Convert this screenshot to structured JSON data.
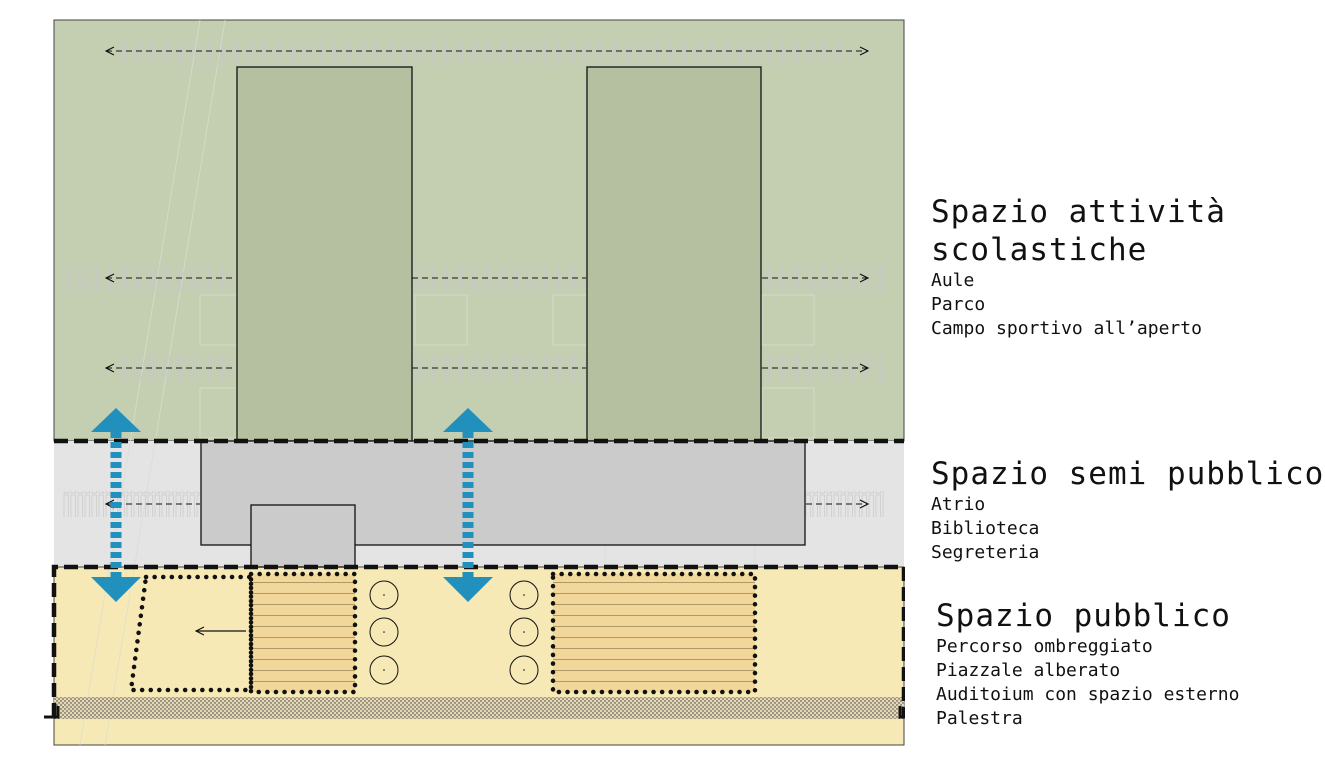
{
  "zones": [
    {
      "id": "scolastiche",
      "title": "Spazio attività\nscolastiche",
      "items": [
        "Aule",
        "Parco",
        "Campo sportivo all’aperto"
      ],
      "fill": "#c4cfb2",
      "building_fill": "#b5c0a0"
    },
    {
      "id": "semi",
      "title": "Spazio semi pubblico",
      "items": [
        "Atrio",
        "Biblioteca",
        "Segreteria"
      ],
      "fill": "#e4e4e4",
      "building_fill": "#cbcbcb"
    },
    {
      "id": "pubblico",
      "title": "Spazio pubblico",
      "items": [
        "Percorso ombreggiato",
        "Piazzale alberato",
        "Auditoium con spazio esterno",
        "Palestra"
      ],
      "fill": "#f7e9b5",
      "building_fill": "#f0d898"
    }
  ],
  "colors": {
    "arrow": "#2290bc",
    "outline": "#111111",
    "hatch": "#b8b8b8"
  }
}
